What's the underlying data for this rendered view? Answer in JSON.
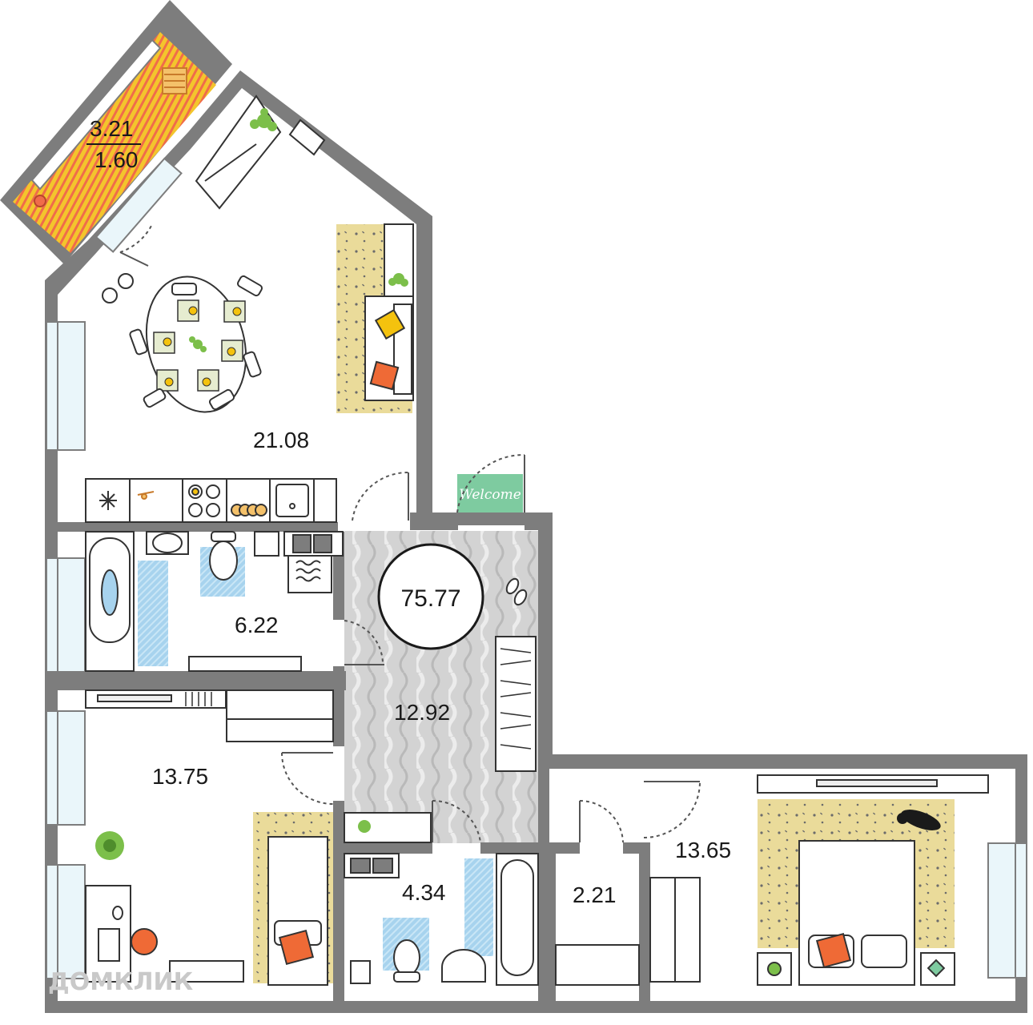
{
  "plan": {
    "total_area": "75.77",
    "balcony": {
      "area_top": "3.21",
      "area_bottom": "1.60"
    },
    "rooms": {
      "living_kitchen": "21.08",
      "bathroom_main": "6.22",
      "hallway": "12.92",
      "bedroom_left": "13.75",
      "bathroom_small": "4.34",
      "closet": "2.21",
      "bedroom_right": "13.65"
    },
    "doormat_text": "Welcome",
    "watermark": "ДОМКЛИК"
  },
  "colors": {
    "wall": "#7d7d7d",
    "hallway_floor": "#cfcfcf",
    "rug": "#eadb9a",
    "balcony_stripe_a": "#f3c52c",
    "balcony_stripe_b": "#f06c4a",
    "window_glass": "#eaf6fa",
    "plant": "#7cbf4a",
    "pillow_orange": "#ef6a36",
    "pillow_yellow": "#f4c20e",
    "mat_blue": "#a7d3ee",
    "doormat": "#7ecba0"
  }
}
